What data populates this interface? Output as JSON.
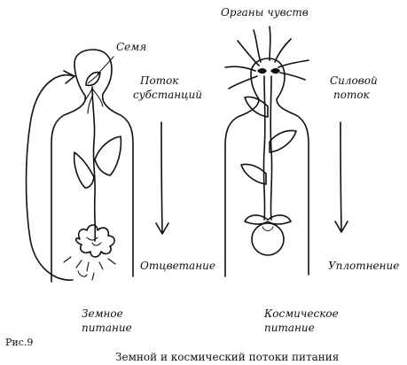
{
  "labels": {
    "semya": "Семя",
    "potok_line1": "Поток",
    "potok_line2": "субстанций",
    "otsvetanie": "Отцветание",
    "zemnoe_line1": "Земное",
    "zemnoe_line2": "питание",
    "organy": "Органы чувств",
    "silovoy_line1": "Силовой",
    "silovoy_line2": "поток",
    "uplotnenie": "Уплотнение",
    "kosm_line1": "Космическое",
    "kosm_line2": "питание"
  },
  "figure_number": "Рис.9",
  "caption": "Земной и космический потоки питания"
}
